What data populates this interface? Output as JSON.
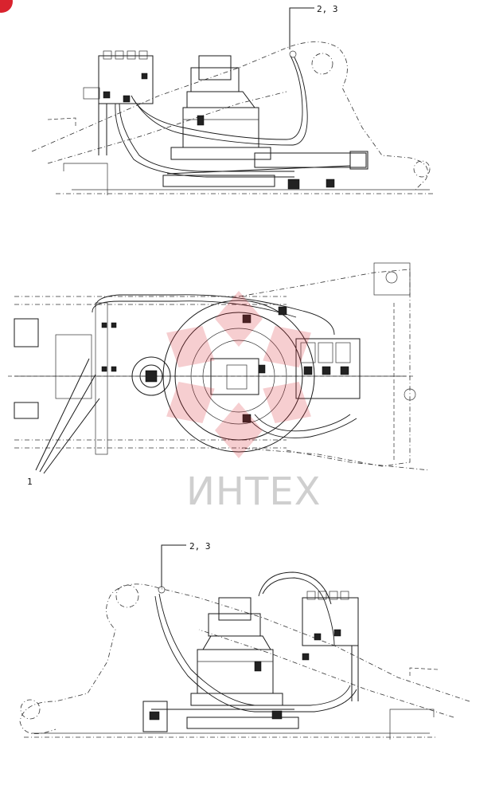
{
  "views": [
    {
      "name": "side-view-left",
      "callout": "2, 3"
    },
    {
      "name": "top-view",
      "callout": "1"
    },
    {
      "name": "side-view-right",
      "callout": "2, 3"
    }
  ],
  "watermark": {
    "text": "ИНТЕХ",
    "color": "#d9232e"
  }
}
